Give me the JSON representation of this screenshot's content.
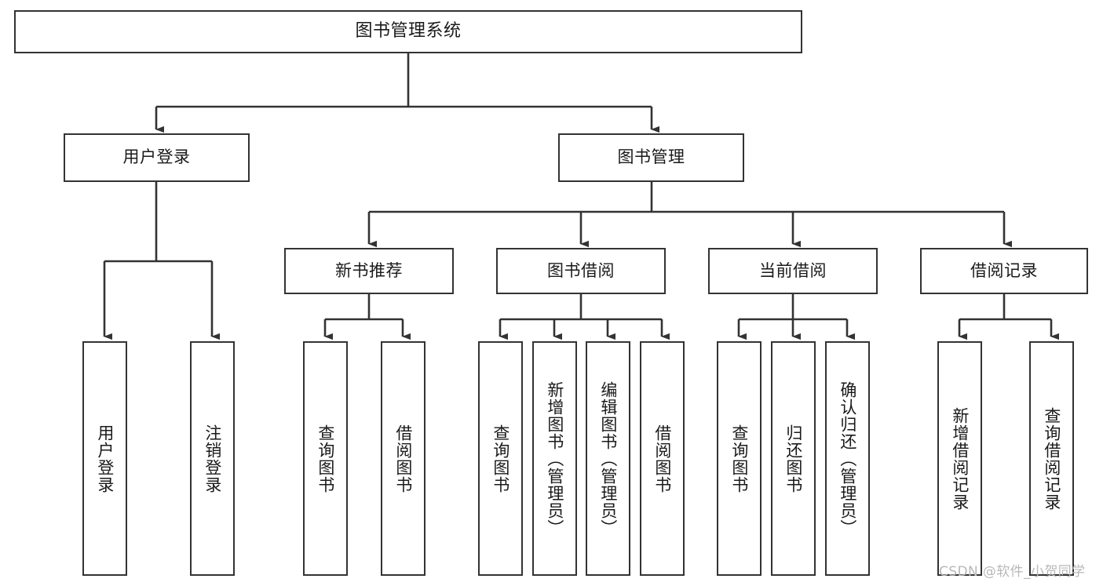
{
  "diagram": {
    "title": "图书管理系统",
    "type": "tree-hierarchy",
    "style": {
      "box_border_color": "#333333",
      "box_fill": "#ffffff",
      "edge_color": "#333333",
      "text_color": "#1a1a1a",
      "background": "#ffffff",
      "watermark_color": "#b8b8b8"
    },
    "root": {
      "label": "图书管理系统"
    },
    "level2": [
      {
        "label": "用户登录"
      },
      {
        "label": "图书管理"
      }
    ],
    "level3": [
      {
        "label": "新书推荐"
      },
      {
        "label": "图书借阅"
      },
      {
        "label": "当前借阅"
      },
      {
        "label": "借阅记录"
      }
    ],
    "leaves": {
      "user_login": [
        {
          "label": "用户登录"
        },
        {
          "label": "注销登录"
        }
      ],
      "new_book": [
        {
          "label": "查询图书"
        },
        {
          "label": "借阅图书"
        }
      ],
      "book_borrow": [
        {
          "label": "查询图书"
        },
        {
          "label": "新增图书（管理员）"
        },
        {
          "label": "编辑图书（管理员）"
        },
        {
          "label": "借阅图书"
        }
      ],
      "current_borrow": [
        {
          "label": "查询图书"
        },
        {
          "label": "归还图书"
        },
        {
          "label": "确认归还（管理员）"
        }
      ],
      "borrow_record": [
        {
          "label": "新增借阅记录"
        },
        {
          "label": "查询借阅记录"
        }
      ]
    },
    "watermark": "CSDN @软件_小贺同学"
  }
}
